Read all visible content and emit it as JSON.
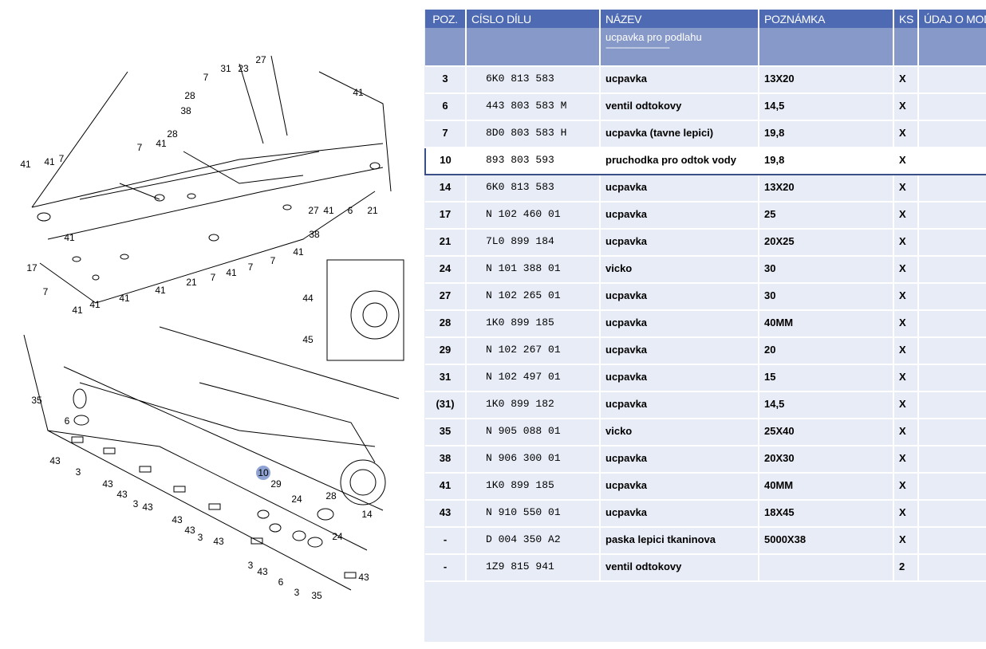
{
  "table": {
    "headers": {
      "poz": "POZ.",
      "part": "CÍSLO DÍLU",
      "name": "NÁZEV",
      "note": "POZNÁMKA",
      "ks": "KS",
      "model": "ÚDAJ O MODELU"
    },
    "group": {
      "name": "ucpavka pro podlahu",
      "dashes": "------------------------------"
    },
    "rows": [
      {
        "poz": "3",
        "part": "6K0 813 583",
        "name": "ucpavka",
        "note": "13X20",
        "ks": "X"
      },
      {
        "poz": "6",
        "part": "443 803 583 M",
        "name": "ventil odtokovy",
        "note": "14,5",
        "ks": "X"
      },
      {
        "poz": "7",
        "part": "8D0 803 583 H",
        "name": "ucpavka (tavne lepici)",
        "note": "19,8",
        "ks": "X"
      },
      {
        "poz": "10",
        "part": "893 803 593",
        "name": "pruchodka pro odtok vody",
        "note": "19,8",
        "ks": "X",
        "selected": true
      },
      {
        "poz": "14",
        "part": "6K0 813 583",
        "name": "ucpavka",
        "note": "13X20",
        "ks": "X"
      },
      {
        "poz": "17",
        "part": "N   102 460 01",
        "name": "ucpavka",
        "note": "25",
        "ks": "X"
      },
      {
        "poz": "21",
        "part": "7L0 899 184",
        "name": "ucpavka",
        "note": "20X25",
        "ks": "X"
      },
      {
        "poz": "24",
        "part": "N   101 388 01",
        "name": "vicko",
        "note": "30",
        "ks": "X"
      },
      {
        "poz": "27",
        "part": "N   102 265 01",
        "name": "ucpavka",
        "note": "30",
        "ks": "X"
      },
      {
        "poz": "28",
        "part": "1K0 899 185",
        "name": "ucpavka",
        "note": "40MM",
        "ks": "X"
      },
      {
        "poz": "29",
        "part": "N   102 267 01",
        "name": "ucpavka",
        "note": "20",
        "ks": "X"
      },
      {
        "poz": "31",
        "part": "N   102 497 01",
        "name": "ucpavka",
        "note": "15",
        "ks": "X"
      },
      {
        "poz": "(31)",
        "part": "1K0 899 182",
        "name": "ucpavka",
        "note": "14,5",
        "ks": "X"
      },
      {
        "poz": "35",
        "part": "N   905 088 01",
        "name": "vicko",
        "note": "25X40",
        "ks": "X"
      },
      {
        "poz": "38",
        "part": "N   906 300 01",
        "name": "ucpavka",
        "note": "20X30",
        "ks": "X"
      },
      {
        "poz": "41",
        "part": "1K0 899 185",
        "name": "ucpavka",
        "note": "40MM",
        "ks": "X"
      },
      {
        "poz": "43",
        "part": "N   910 550 01",
        "name": "ucpavka",
        "note": "18X45",
        "ks": "X"
      },
      {
        "poz": "-",
        "part": "D   004 350 A2",
        "name": "paska lepici tkaninova",
        "note": "5000X38",
        "ks": "X"
      },
      {
        "poz": "-",
        "part": "1Z9 815 941",
        "name": "ventil odtokovy",
        "note": "",
        "ks": "2"
      }
    ]
  },
  "diagram": {
    "callouts": [
      "31",
      "23",
      "27",
      "7",
      "28",
      "38",
      "28",
      "41",
      "7",
      "41",
      "41",
      "7",
      "41",
      "41",
      "17",
      "7",
      "41",
      "41",
      "41",
      "41",
      "21",
      "7",
      "41",
      "7",
      "7",
      "41",
      "38",
      "27",
      "41",
      "6",
      "21",
      "44",
      "45",
      "35",
      "6",
      "43",
      "3",
      "43",
      "43",
      "3",
      "43",
      "43",
      "43",
      "3",
      "43",
      "10",
      "29",
      "24",
      "28",
      "14",
      "24",
      "3",
      "43",
      "6",
      "3",
      "35",
      "43"
    ],
    "highlight": "10",
    "highlight_color": "#8ea3d3"
  }
}
